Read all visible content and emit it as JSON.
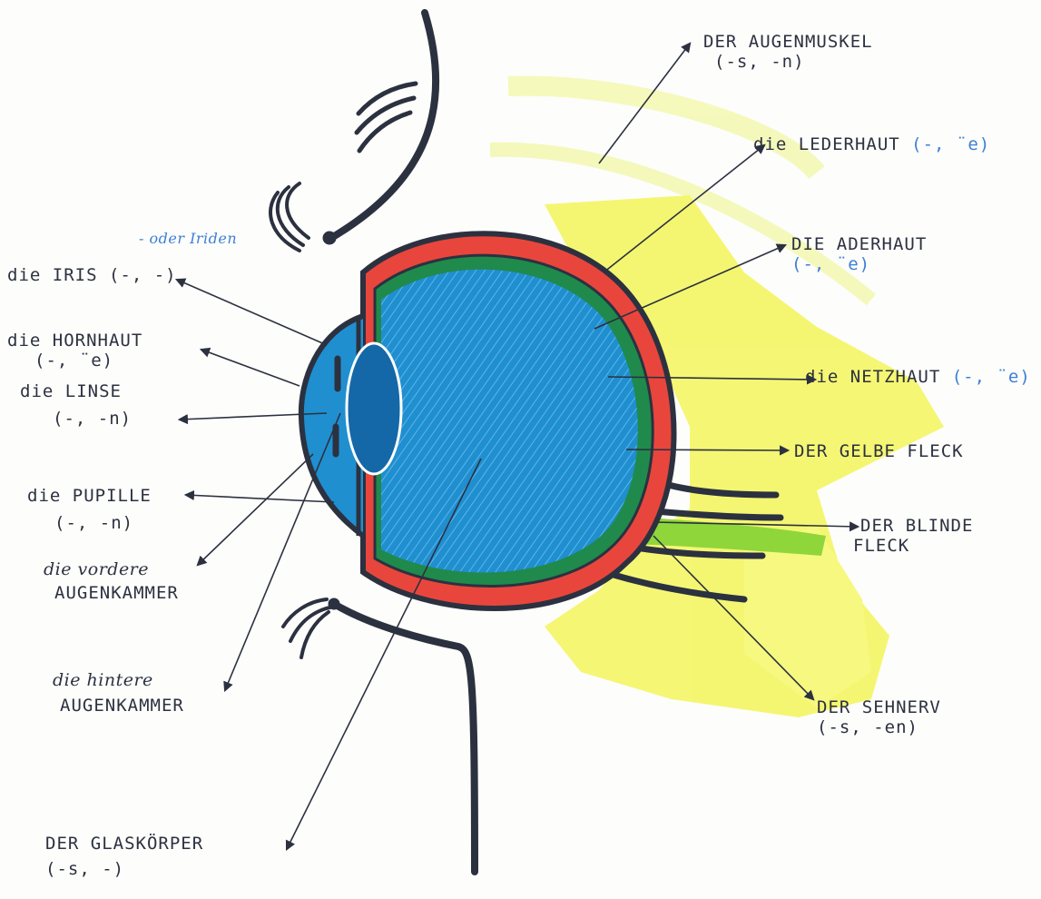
{
  "diagram": {
    "colors": {
      "ink": "#2c3140",
      "sclera_red": "#e8463c",
      "choroid_green": "#1f8a4c",
      "eyeball_blue": "#1f8fd0",
      "lens_blue": "#1468a8",
      "highlight_yellow": "#f3f55a",
      "nerve_green": "#8fd63a",
      "note_blue": "#3d7fd6"
    },
    "labels": {
      "muscle_1": "DER AUGENMUSKEL",
      "muscle_2": "(-s, -n)",
      "sclera": "die LEDERHAUT",
      "sclera_plural": "(-, ¨e)",
      "choroid_1": "DIE ADERHAUT",
      "choroid_2": "(-, ¨e)",
      "retina": "die NETZHAUT",
      "retina_plural": "(-, ¨e)",
      "macula": "DER GELBE FLECK",
      "blind_spot_1": "DER BLINDE",
      "blind_spot_2": "FLECK",
      "optic_nerve_1": "DER SEHNERV",
      "optic_nerve_2": "(-s, -en)",
      "iris_note": "- oder Iriden",
      "iris": "die IRIS (-, -)",
      "cornea_1": "die HORNHAUT",
      "cornea_2": "(-, ¨e)",
      "lens_1": "die LINSE",
      "lens_2": "(-, -n)",
      "pupil_1": "die PUPILLE",
      "pupil_2": "(-, -n)",
      "anterior_1": "die vordere",
      "anterior_2": "AUGENKAMMER",
      "posterior_1": "die hintere",
      "posterior_2": "AUGENKAMMER",
      "vitreous_1": "DER GLASKÖRPER",
      "vitreous_2": "(-s, -)"
    }
  }
}
